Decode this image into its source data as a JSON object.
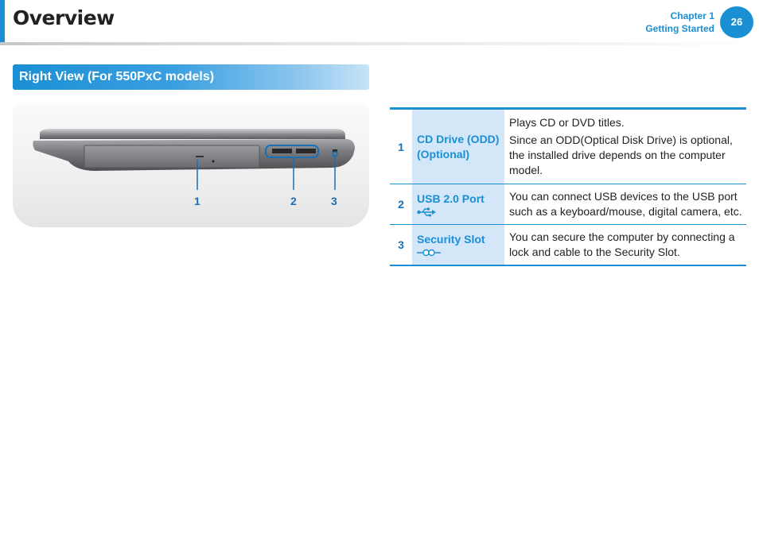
{
  "header": {
    "title": "Overview",
    "chapter": "Chapter 1",
    "chapter_title": "Getting Started",
    "page_number": "26",
    "accent_color": "#1b8fd4"
  },
  "section": {
    "title": "Right View (For 550PxC models)"
  },
  "figure": {
    "callouts": [
      "1",
      "2",
      "3"
    ]
  },
  "table": {
    "rows": [
      {
        "number": "1",
        "name": "CD Drive (ODD) (Optional)",
        "icon": "",
        "descriptions": [
          "Plays CD or DVD titles.",
          "Since an ODD(Optical Disk Drive) is optional, the installed drive depends on the computer model."
        ]
      },
      {
        "number": "2",
        "name": "USB 2.0 Port",
        "icon": "usb-icon",
        "descriptions": [
          "You can connect USB devices to the USB port such as a keyboard/mouse, digital camera, etc."
        ]
      },
      {
        "number": "3",
        "name": "Security Slot",
        "icon": "security-lock-icon",
        "descriptions": [
          "You can secure the computer by connecting a lock and cable to the Security Slot."
        ]
      }
    ]
  }
}
